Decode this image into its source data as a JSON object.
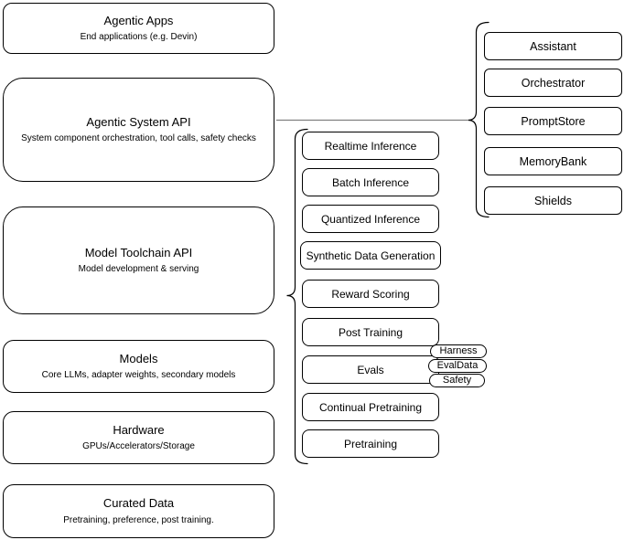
{
  "diagram": {
    "layers": [
      {
        "title": "Agentic Apps",
        "subtitle": "End applications (e.g. Devin)"
      },
      {
        "title": "Agentic System API",
        "subtitle": "System component orchestration, tool calls, safety checks"
      },
      {
        "title": "Model Toolchain API",
        "subtitle": "Model development & serving"
      },
      {
        "title": "Models",
        "subtitle": "Core LLMs, adapter weights, secondary models"
      },
      {
        "title": "Hardware",
        "subtitle": "GPUs/Accelerators/Storage"
      },
      {
        "title": "Curated Data",
        "subtitle": "Pretraining, preference, post training."
      }
    ],
    "toolchain": {
      "items": [
        "Realtime Inference",
        "Batch Inference",
        "Quantized Inference",
        "Synthetic Data Generation",
        "Reward Scoring",
        "Post Training",
        "Evals",
        "Continual Pretraining",
        "Pretraining"
      ]
    },
    "eval_tags": [
      "Harness",
      "EvalData",
      "Safety"
    ],
    "components": {
      "items": [
        "Assistant",
        "Orchestrator",
        "PromptStore",
        "MemoryBank",
        "Shields"
      ]
    },
    "colors": {
      "node_stroke": "#000000",
      "node_fill": "#ffffff",
      "connector": "#808080",
      "background": "#ffffff"
    }
  }
}
